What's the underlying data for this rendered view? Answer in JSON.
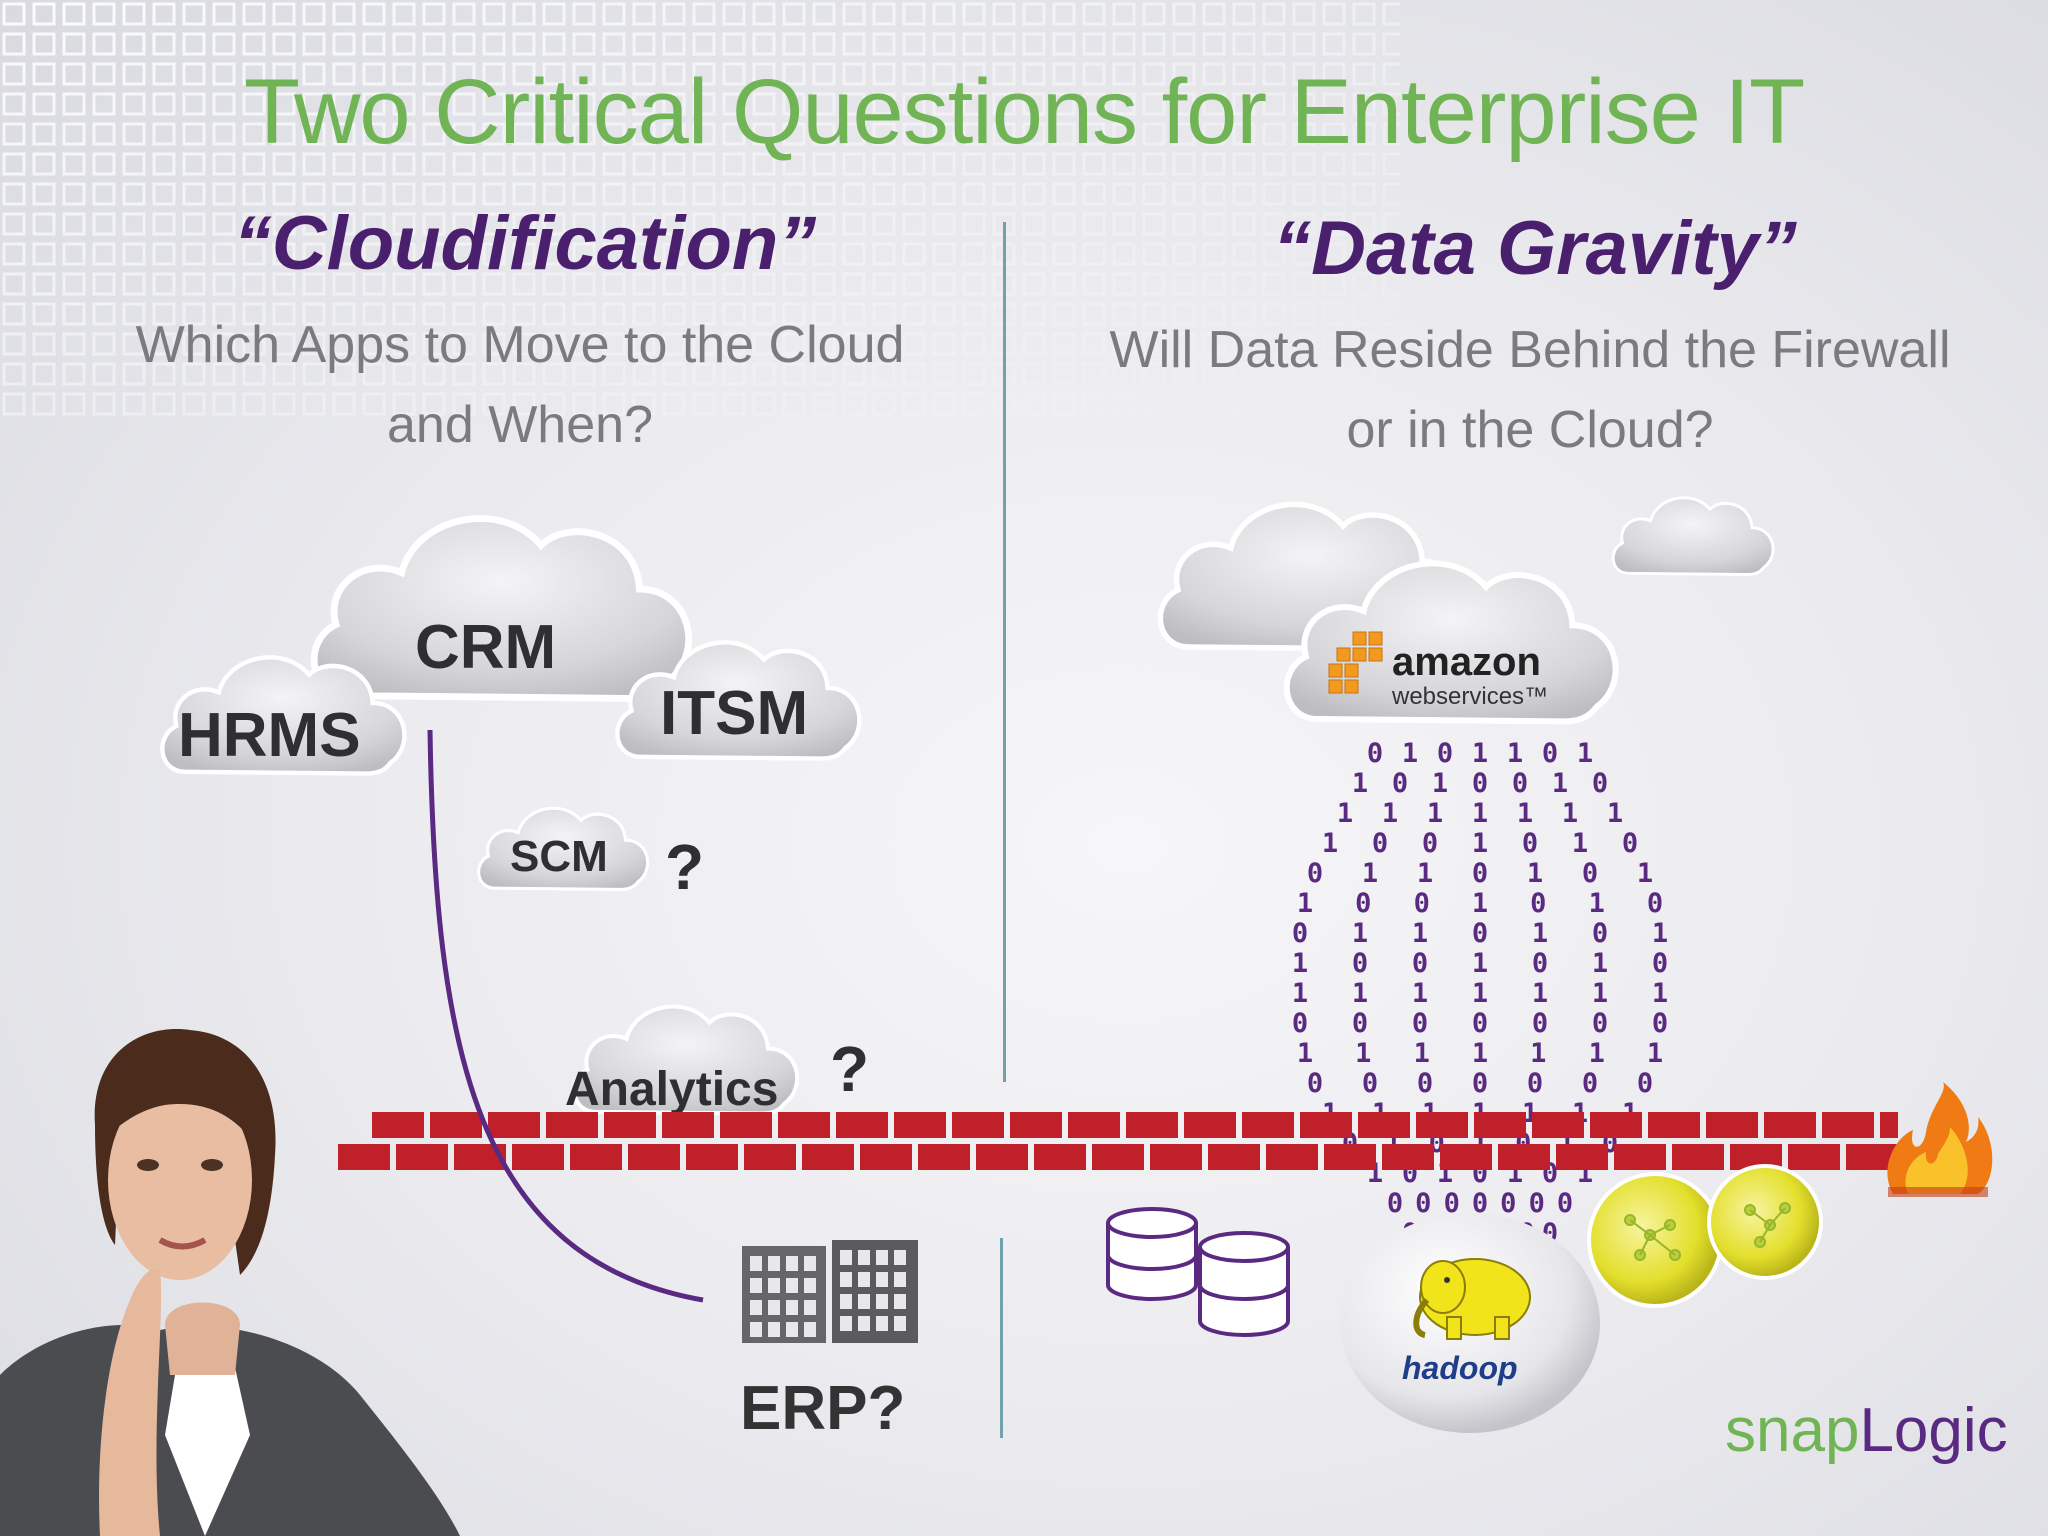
{
  "title": "Two Critical Questions for Enterprise IT",
  "left": {
    "heading": "“Cloudification”",
    "question_line1": "Which Apps to Move to the Cloud",
    "question_line2": "and When?",
    "clouds": {
      "crm": "CRM",
      "hrms": "HRMS",
      "itsm": "ITSM",
      "scm": "SCM",
      "analytics": "Analytics"
    },
    "scm_question_mark": "?",
    "analytics_question_mark": "?",
    "erp_label": "ERP?"
  },
  "right": {
    "heading": "“Data Gravity”",
    "question_line1": "Will Data Reside Behind the Firewall",
    "question_line2": "or in the Cloud?",
    "aws_logo_line1": "amazon",
    "aws_logo_line2": "webservices™",
    "hadoop_label": "hadoop",
    "binary_rows": [
      "0101101",
      "1010010",
      "1111111",
      "1001010",
      "0110101",
      "1001010",
      "0110101",
      "1001010",
      "1111111",
      "0000000",
      "1111111",
      "0000000",
      "1111111",
      "0101010",
      "1010101",
      "0000000",
      "0000000"
    ]
  },
  "brand": {
    "part1": "snap",
    "part2": "Logic"
  },
  "colors": {
    "title_green": "#70b455",
    "heading_purple": "#4a1f6e",
    "question_gray": "#7a7a7f",
    "firewall_red": "#c0202a",
    "binary_purple": "#5a2a82",
    "divider_teal": "#6fa2ad",
    "aws_orange": "#f29a1f",
    "hadoop_yellow": "#f2e41a"
  },
  "icons": [
    "cloud-icon",
    "firewall-brick-wall",
    "fire-icon",
    "office-building-icon",
    "database-cylinder-icon",
    "hadoop-elephant-icon",
    "aws-boxes-icon",
    "woman-thinking-photo"
  ]
}
